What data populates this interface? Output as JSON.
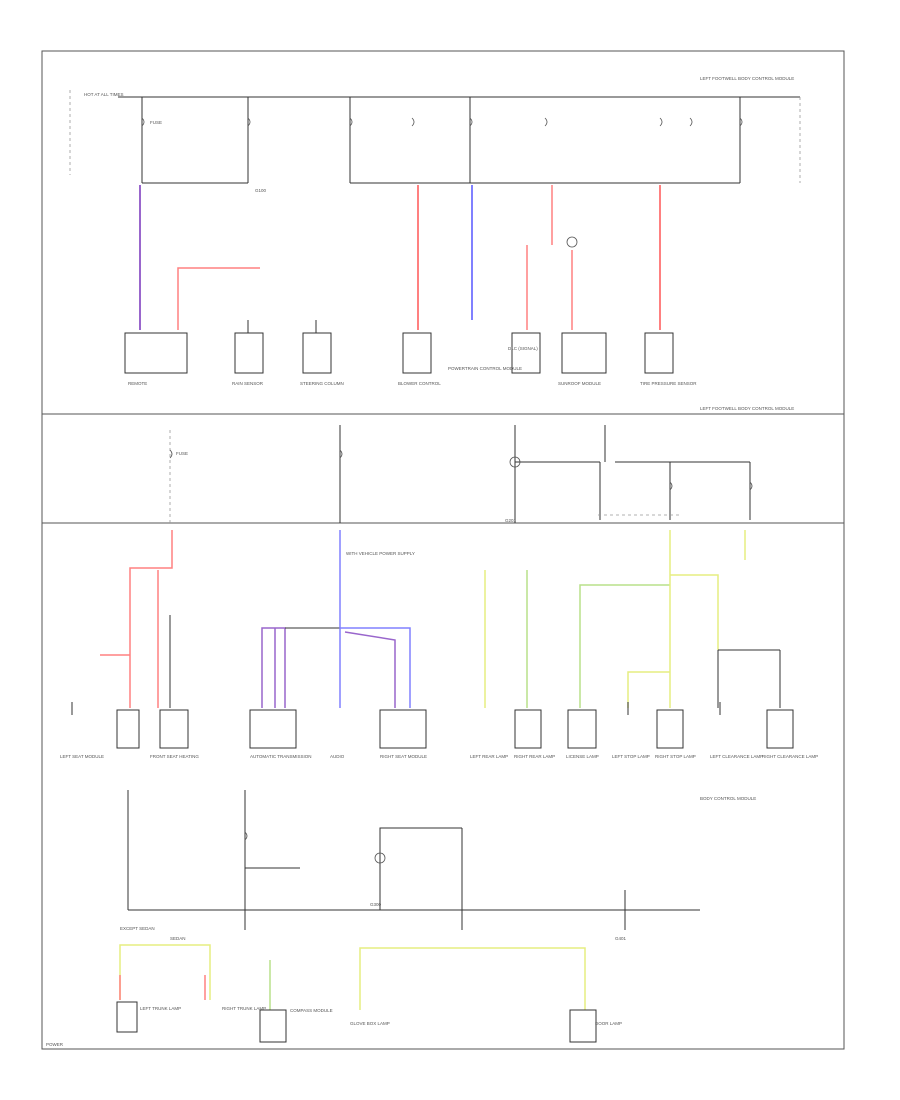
{
  "colors": {
    "red": "#ff8080",
    "purple": "#9966cc",
    "blue": "#8080ff",
    "yellow": "#e6ee80",
    "green": "#b8e08a",
    "black": "#333333"
  },
  "labels": [
    {
      "id": "l0",
      "text": "HOT AT ALL TIMES"
    },
    {
      "id": "l1",
      "text": "LEFT FOOTWELL BODY CONTROL MODULE"
    },
    {
      "id": "l2",
      "text": "FUSE"
    },
    {
      "id": "l3",
      "text": "G100"
    },
    {
      "id": "l4",
      "text": "REMOTE"
    },
    {
      "id": "l5",
      "text": "RAIN SENSOR"
    },
    {
      "id": "l6",
      "text": "STEERING COLUMN"
    },
    {
      "id": "l7",
      "text": "BLOWER CONTROL"
    },
    {
      "id": "l8",
      "text": "POWERTRAIN CONTROL MODULE"
    },
    {
      "id": "l9",
      "text": "DLC (SIGNAL)"
    },
    {
      "id": "l10",
      "text": "SUNROOF MODULE"
    },
    {
      "id": "l11",
      "text": "TIRE PRESSURE SENSOR"
    },
    {
      "id": "l12",
      "text": "LEFT FOOTWELL BODY CONTROL MODULE"
    },
    {
      "id": "l13",
      "text": "G201"
    },
    {
      "id": "l14",
      "text": "FUSE"
    },
    {
      "id": "l15",
      "text": "WITH VEHICLE POWER SUPPLY"
    },
    {
      "id": "l16",
      "text": "LEFT SEAT MODULE"
    },
    {
      "id": "l17",
      "text": "FRONT SEAT HEATING"
    },
    {
      "id": "l18",
      "text": "AUTOMATIC TRANSMISSION"
    },
    {
      "id": "l19",
      "text": "AUDIO"
    },
    {
      "id": "l20",
      "text": "RIGHT SEAT MODULE"
    },
    {
      "id": "l21",
      "text": "LEFT REAR LAMP"
    },
    {
      "id": "l22",
      "text": "RIGHT REAR LAMP"
    },
    {
      "id": "l23",
      "text": "LICENSE LAMP"
    },
    {
      "id": "l24",
      "text": "LEFT STOP LAMP"
    },
    {
      "id": "l25",
      "text": "RIGHT STOP LAMP"
    },
    {
      "id": "l26",
      "text": "LEFT CLEARANCE LAMP"
    },
    {
      "id": "l27",
      "text": "RIGHT CLEARANCE LAMP"
    },
    {
      "id": "l28",
      "text": "BODY CONTROL MODULE"
    },
    {
      "id": "l29",
      "text": "G300"
    },
    {
      "id": "l30",
      "text": "EXCEPT SEDAN"
    },
    {
      "id": "l31",
      "text": "SEDAN"
    },
    {
      "id": "l32",
      "text": "LEFT TRUNK LAMP"
    },
    {
      "id": "l33",
      "text": "RIGHT TRUNK LAMP"
    },
    {
      "id": "l34",
      "text": "COMPASS MODULE"
    },
    {
      "id": "l35",
      "text": "GLOVE BOX LAMP"
    },
    {
      "id": "l36",
      "text": "DOOR LAMP"
    },
    {
      "id": "l37",
      "text": "G401"
    },
    {
      "id": "l38",
      "text": "POWER"
    }
  ]
}
